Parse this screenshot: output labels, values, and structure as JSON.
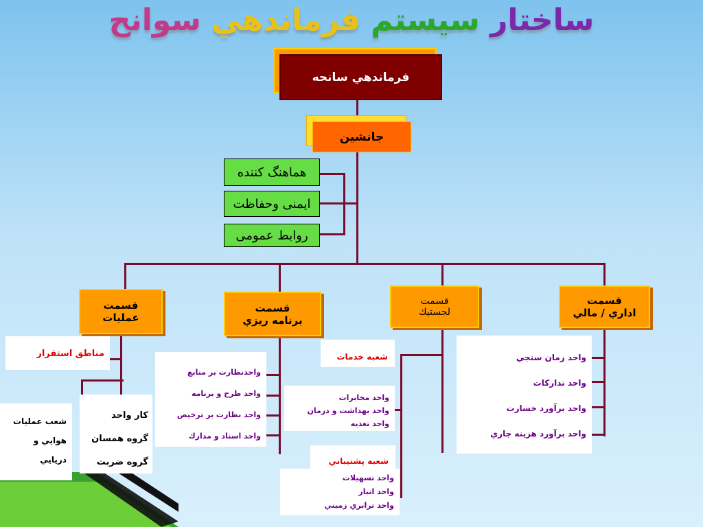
{
  "title": {
    "words": [
      {
        "text": "ساختار",
        "color": "#7a2aa8"
      },
      {
        "text": "سيستم",
        "color": "#2aa82a"
      },
      {
        "text": "فرماندهي",
        "color": "#e8c21a"
      },
      {
        "text": "سوانح",
        "color": "#c43a8a"
      }
    ]
  },
  "top": {
    "command": "فرماندهي سانحه",
    "deputy": "جانشين"
  },
  "staff": [
    "هماهنگ  كننده",
    "ايمنی وحفاظت",
    "روابط عمومی"
  ],
  "sections": {
    "ops": [
      "قسمت",
      "عمليات"
    ],
    "plan": [
      "قسمت",
      "برنامه ريزي"
    ],
    "logistics": [
      "قسمت",
      "لجستيك"
    ],
    "finance": [
      "قسمت",
      "اداري / مالي"
    ]
  },
  "ops_branch": {
    "staging": "مناطق استقرار",
    "units": [
      "كار واحد",
      "گروه همسان",
      "گروه ضربت"
    ],
    "air": [
      "شعب عمليات",
      "هوايي و",
      "دريايي"
    ]
  },
  "plan_units": [
    "واحدنظارت بر منابع",
    "واحد طرح و برنامه",
    "واحد نظارت بر ترخيص",
    "واحد اسناد و مدارك"
  ],
  "logistics_branch": {
    "services_title": "شعبه خدمات",
    "services_units": [
      "واحد مخابرات",
      "واحد بهداشت و درمان",
      "واحد تغذيه"
    ],
    "support_title": "شعبه پشتيباني",
    "support_units": [
      "واحد تسهيلات",
      "واحد انبار",
      "واحد ترابري زميني"
    ]
  },
  "finance_units": [
    "واحد زمان سنجي",
    "واحد تداركات",
    "واحد برآورد خسارت",
    "واحد برآورد هزينه جاري"
  ]
}
